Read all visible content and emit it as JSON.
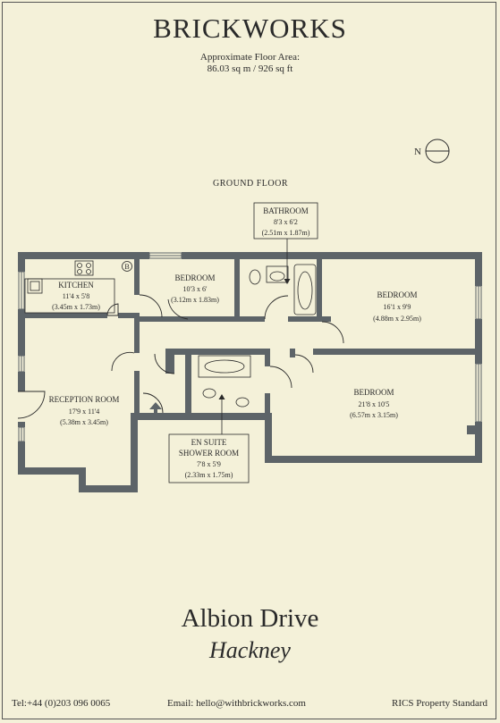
{
  "brand": "BRICKWORKS",
  "floor_area": {
    "label": "Approximate Floor Area:",
    "value": "86.03 sq m / 926 sq ft"
  },
  "compass": {
    "letter": "N"
  },
  "floor_label": "GROUND FLOOR",
  "rooms": {
    "kitchen": {
      "name": "KITCHEN",
      "imperial": "11'4 x 5'8",
      "metric": "(3.45m x 1.73m)"
    },
    "bedroom_small": {
      "name": "BEDROOM",
      "imperial": "10'3 x 6'",
      "metric": "(3.12m x 1.83m)"
    },
    "bathroom": {
      "name": "BATHROOM",
      "imperial": "8'3 x 6'2",
      "metric": "(2.51m x 1.87m)"
    },
    "bedroom_right": {
      "name": "BEDROOM",
      "imperial": "16'1 x 9'9",
      "metric": "(4.88m x 2.95m)"
    },
    "reception": {
      "name": "RECEPTION ROOM",
      "imperial": "17'9 x 11'4",
      "metric": "(5.38m x 3.45m)"
    },
    "bedroom_main": {
      "name": "BEDROOM",
      "imperial": "21'8 x 10'5",
      "metric": "(6.57m x 3.15m)"
    },
    "ensuite": {
      "name_line1": "EN SUITE",
      "name_line2": "SHOWER ROOM",
      "imperial": "7'8 x 5'9",
      "metric": "(2.33m x 1.75m)"
    }
  },
  "boiler_symbol": "B",
  "address": "Albion Drive",
  "borough": "Hackney",
  "footer": {
    "tel": "Tel:+44 (0)203 096 0065",
    "email": "Email:  hello@withbrickworks.com",
    "standard": "RICS Property Standard"
  },
  "colors": {
    "background": "#f4f1d9",
    "wall": "#5d6468",
    "text": "#2a2a2a"
  }
}
